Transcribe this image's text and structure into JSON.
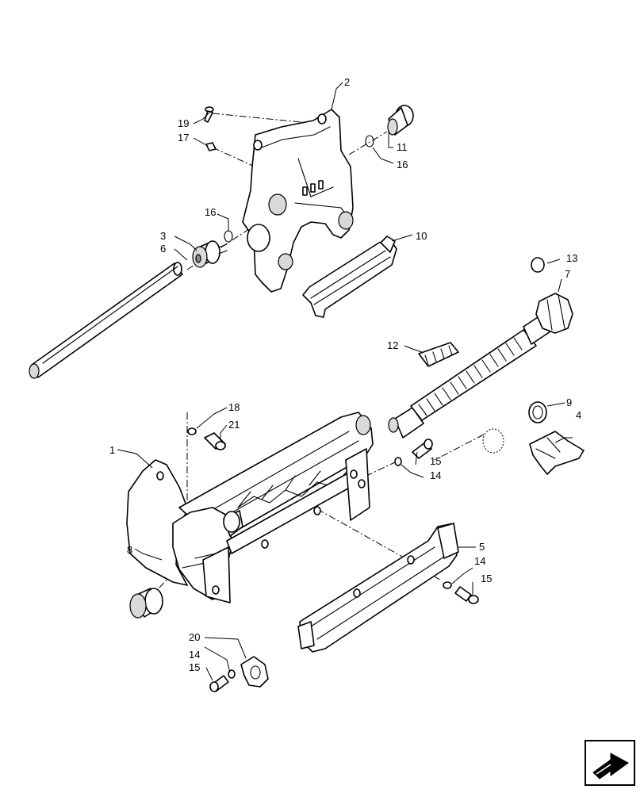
{
  "callouts": {
    "c1": "1",
    "c2": "2",
    "c3": "3",
    "c4": "4",
    "c5": "5",
    "c6": "6",
    "c7": "7",
    "c8": "8",
    "c9": "9",
    "c10": "10",
    "c11": "11",
    "c12": "12",
    "c13": "13",
    "c14a": "14",
    "c14b": "14",
    "c14c": "14",
    "c15a": "15",
    "c15b": "15",
    "c15c": "15",
    "c16a": "16",
    "c16b": "16",
    "c17": "17",
    "c18": "18",
    "c19": "19",
    "c20": "20",
    "c21": "21"
  },
  "nav_icon": "next-page-arrow-icon"
}
